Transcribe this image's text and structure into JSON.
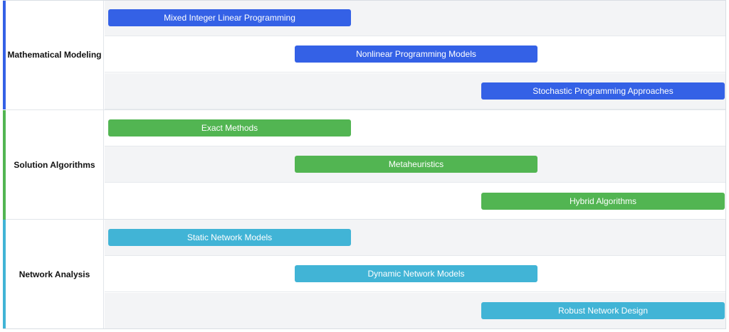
{
  "groups": [
    {
      "label": "Mathematical Modeling",
      "color": "#3461e6",
      "tasks": [
        "Mixed Integer Linear Programming",
        "Nonlinear Programming Models",
        "Stochastic Programming Approaches"
      ]
    },
    {
      "label": "Solution Algorithms",
      "color": "#52b552",
      "tasks": [
        "Exact Methods",
        "Metaheuristics",
        "Hybrid Algorithms"
      ]
    },
    {
      "label": "Network Analysis",
      "color": "#41b4d6",
      "tasks": [
        "Static Network Models",
        "Dynamic Network Models",
        "Robust Network Design"
      ]
    }
  ]
}
